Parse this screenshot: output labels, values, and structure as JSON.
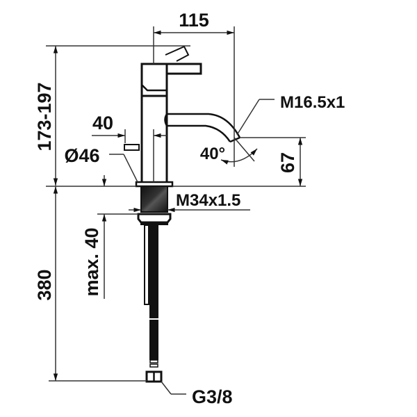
{
  "drawing": {
    "title": "Basin mixer technical drawing",
    "colors": {
      "line": "#111111",
      "thin": "#333333",
      "background": "#ffffff"
    },
    "dimensions": {
      "spout_reach": "115",
      "overall_height": "173-197",
      "lever_offset": "40",
      "body_diameter": "Ø46",
      "outlet_height": "67",
      "spout_angle": "40°",
      "below_deck_length": "380",
      "max_deck_thickness": "max. 40"
    },
    "callouts": {
      "aerator_thread": "M16.5x1",
      "mounting_thread": "M34x1.5",
      "connection": "G3/8"
    }
  }
}
